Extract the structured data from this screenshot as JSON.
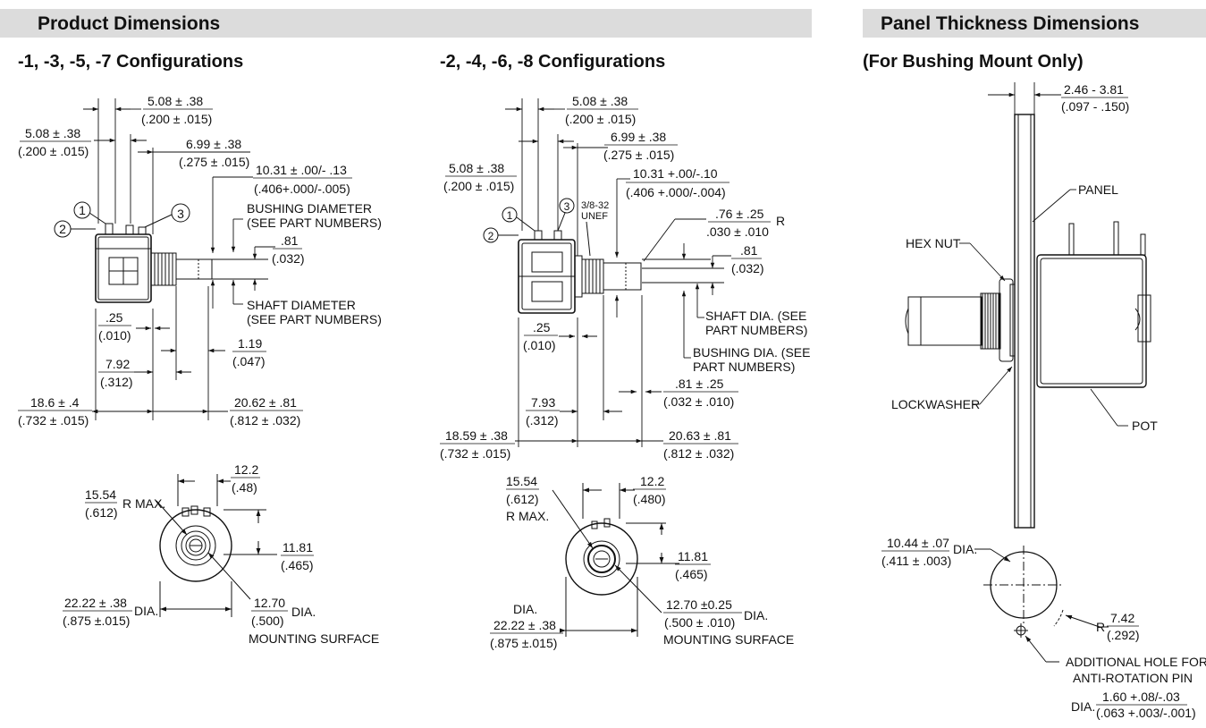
{
  "headers": {
    "product": "Product Dimensions",
    "panel": "Panel Thickness Dimensions"
  },
  "subtitles": {
    "left": "-1, -3, -5, -7 Configurations",
    "middle": "-2, -4, -6, -8 Configurations",
    "right": "(For Bushing Mount Only)"
  },
  "left": {
    "d_top_spacing": [
      "5.08 ± .38",
      "(.200 ± .015)"
    ],
    "d_left_spacing": [
      "5.08  ± .38",
      "(.200 ± .015)"
    ],
    "d_699": [
      "6.99 ± .38",
      "(.275 ± .015)"
    ],
    "d_1031": [
      "10.31 ± .00/- .13",
      "(.406+.000/-.005)"
    ],
    "bushing_diameter": [
      "BUSHING DIAMETER",
      "(SEE PART NUMBERS)"
    ],
    "d_081": [
      ".81",
      "(.032)"
    ],
    "shaft_diameter": [
      "SHAFT DIAMETER",
      "(SEE PART NUMBERS)"
    ],
    "d_025": [
      ".25",
      "(.010)"
    ],
    "d_119": [
      "1.19",
      "(.047)"
    ],
    "d_792": [
      "7.92",
      "(.312)"
    ],
    "d_186": [
      "18.6 ± .4",
      "(.732 ± .015)"
    ],
    "d_2062": [
      "20.62 ± .81",
      "(.812 ± .032)"
    ],
    "term1": "1",
    "term2": "2",
    "term3": "3",
    "d_122": [
      "12.2",
      "(.48)"
    ],
    "d_1554": [
      "15.54",
      "(.612)"
    ],
    "r_max": "R MAX.",
    "d_1181": [
      "11.81",
      "(.465)"
    ],
    "d_2222": [
      "22.22 ± .38",
      "(.875 ±.015)"
    ],
    "dia": "DIA.",
    "d_1270": [
      "12.70",
      "(.500)"
    ],
    "dia2": "DIA.",
    "mounting_surface": "MOUNTING SURFACE"
  },
  "middle": {
    "d_top_spacing": [
      "5.08 ± .38",
      "(.200 ± .015)"
    ],
    "d_699": [
      "6.99 ± .38",
      "(.275 ± .015)"
    ],
    "d_left_spacing": [
      "5.08  ± .38",
      "(.200 ± .015)"
    ],
    "d_1031": [
      "10.31 +.00/-.10",
      "(.406 +.000/-.004)"
    ],
    "d_076": [
      ".76 ± .25",
      ".030 ± .010"
    ],
    "r": "R",
    "unef": [
      "3/8-32",
      "UNEF"
    ],
    "d_081": [
      ".81",
      "(.032)"
    ],
    "shaft_dia": [
      "SHAFT DIA. (SEE",
      "PART NUMBERS)"
    ],
    "bushing_dia": [
      "BUSHING DIA. (SEE",
      "PART NUMBERS)"
    ],
    "d_025": [
      ".25",
      "(.010)"
    ],
    "d_081b": [
      ".81 ± .25",
      "(.032 ± .010)"
    ],
    "d_793": [
      "7.93",
      "(.312)"
    ],
    "d_1859": [
      "18.59 ± .38",
      "(.732 ± .015)"
    ],
    "d_2063": [
      "20.63 ± .81",
      "(.812 ± .032)"
    ],
    "term1": "1",
    "term2": "2",
    "term3": "3",
    "d_1554": [
      "15.54",
      "(.612)"
    ],
    "r_max": "R MAX.",
    "d_122": [
      "12.2",
      "(.480)"
    ],
    "d_1181": [
      "11.81",
      "(.465)"
    ],
    "dia_label": "DIA.",
    "d_2222": [
      "22.22 ± .38",
      "(.875 ±.015)"
    ],
    "d_1270": [
      "12.70 ±0.25",
      "(.500 ± .010)"
    ],
    "dia2": "DIA.",
    "mounting_surface": "MOUNTING SURFACE"
  },
  "panel": {
    "d_thickness": [
      "2.46 - 3.81",
      "(.097 - .150)"
    ],
    "panel_label": "PANEL",
    "hex_nut": "HEX NUT",
    "lockwasher": "LOCKWASHER",
    "pot": "POT",
    "d_1044": [
      "10.44 ± .07",
      "(.411 ± .003)"
    ],
    "dia": "DIA.",
    "r": "R",
    "d_742": [
      "7.42",
      "(.292)"
    ],
    "additional_hole": [
      "ADDITIONAL HOLE FOR",
      "ANTI-ROTATION PIN"
    ],
    "dia2": "DIA.",
    "d_160": [
      "1.60 +.08/-.03",
      "(.063 +.003/-.001)"
    ]
  }
}
